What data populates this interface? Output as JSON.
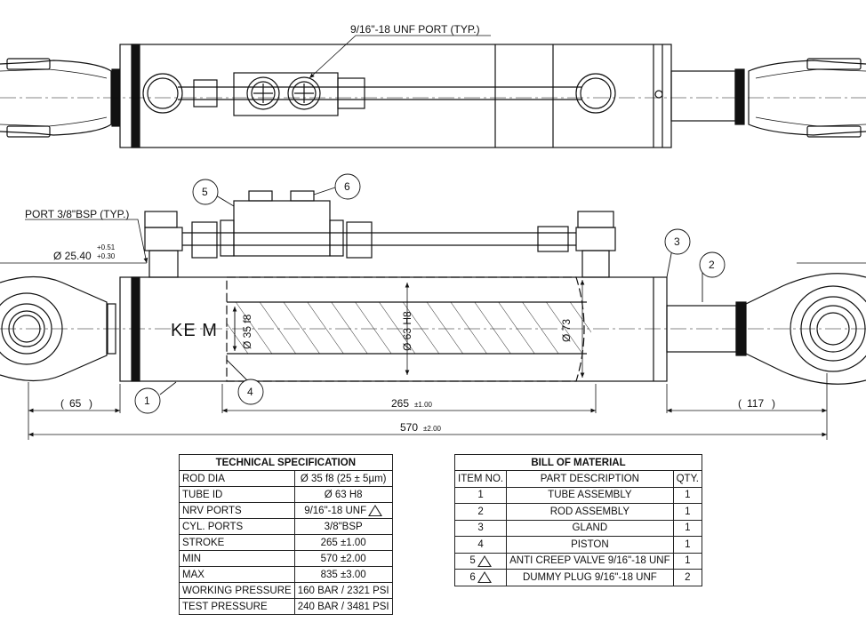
{
  "callouts": {
    "top_port": "9/16\"-18 UNF PORT (TYP.)",
    "side_port": "PORT 3/8\"BSP (TYP.)",
    "pin_dia": "Ø 25.40",
    "pin_tol_plus": "+0.51",
    "pin_tol_minus": "+0.30",
    "rod_dia": "Ø 35 f8",
    "bore_dia": "Ø 63 H8",
    "tube_od": "Ø 73",
    "logo": "KE M"
  },
  "dimensions": {
    "left_end": "65",
    "stroke": "265",
    "stroke_tol": "±1.00",
    "right_end": "117",
    "overall": "570",
    "overall_tol": "±2.00"
  },
  "balloons": [
    "1",
    "2",
    "3",
    "4",
    "5",
    "6"
  ],
  "spec": {
    "title": "TECHNICAL SPECIFICATION",
    "rows": [
      {
        "label": "ROD DIA",
        "value": "Ø 35 f8  (25 ± 5µm)"
      },
      {
        "label": "TUBE ID",
        "value": "Ø 63 H8"
      },
      {
        "label": "NRV PORTS",
        "value": "9/16\"-18 UNF"
      },
      {
        "label": "CYL. PORTS",
        "value": "3/8\"BSP"
      },
      {
        "label": "STROKE",
        "value": "265 ±1.00"
      },
      {
        "label": "MIN",
        "value": "570 ±2.00"
      },
      {
        "label": "MAX",
        "value": "835 ±3.00"
      },
      {
        "label": "WORKING PRESSURE",
        "value": "160 BAR / 2321 PSI"
      },
      {
        "label": "TEST PRESSURE",
        "value": "240 BAR / 3481 PSI"
      }
    ]
  },
  "bom": {
    "title": "BILL OF MATERIAL",
    "headers": [
      "ITEM NO.",
      "PART DESCRIPTION",
      "QTY."
    ],
    "rows": [
      {
        "item": "1",
        "desc": "TUBE ASSEMBLY",
        "qty": "1"
      },
      {
        "item": "2",
        "desc": "ROD ASSEMBLY",
        "qty": "1"
      },
      {
        "item": "3",
        "desc": "GLAND",
        "qty": "1"
      },
      {
        "item": "4",
        "desc": "PISTON",
        "qty": "1"
      },
      {
        "item": "5",
        "desc": "ANTI CREEP VALVE 9/16\"-18 UNF",
        "qty": "1"
      },
      {
        "item": "6",
        "desc": "DUMMY PLUG 9/16\"-18 UNF",
        "qty": "2"
      }
    ]
  }
}
